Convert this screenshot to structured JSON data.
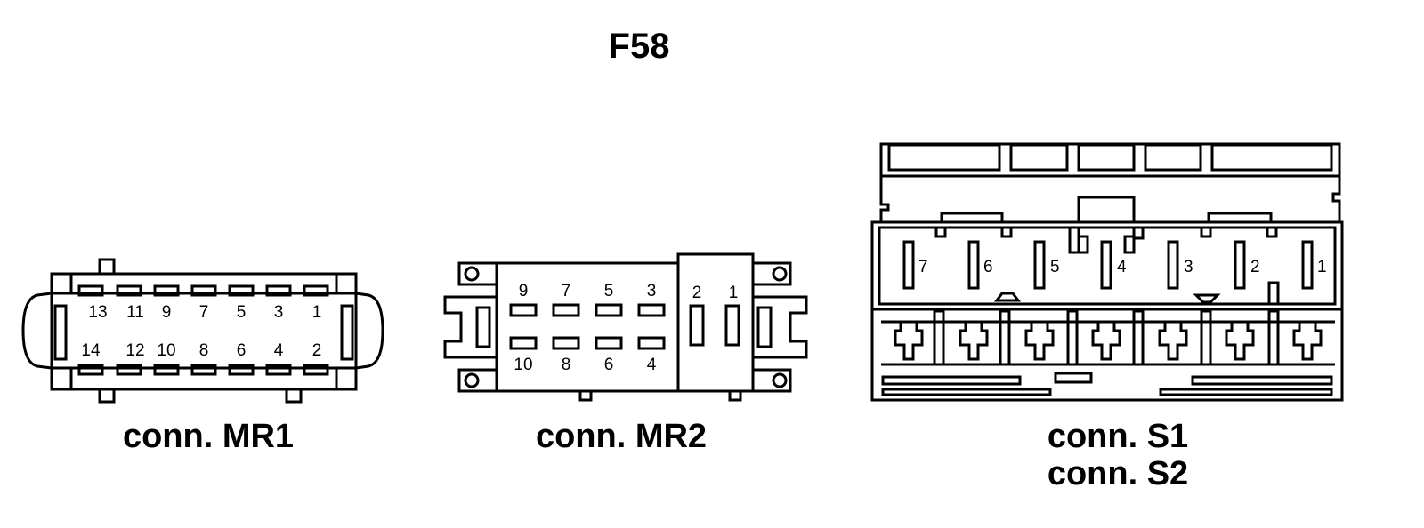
{
  "title": "F58",
  "connectors": {
    "mr1": {
      "caption": "conn. MR1",
      "top_pins": [
        "13",
        "11",
        "9",
        "7",
        "5",
        "3",
        "1"
      ],
      "bottom_pins": [
        "14",
        "12",
        "10",
        "8",
        "6",
        "4",
        "2"
      ]
    },
    "mr2": {
      "caption": "conn. MR2",
      "top_pins": [
        "9",
        "7",
        "5",
        "3"
      ],
      "bottom_pins": [
        "10",
        "8",
        "6",
        "4"
      ],
      "side_pins": [
        "2",
        "1"
      ]
    },
    "s": {
      "captions": [
        "conn. S1",
        "conn. S2"
      ],
      "pins": [
        "7",
        "6",
        "5",
        "4",
        "3",
        "2",
        "1"
      ]
    }
  }
}
